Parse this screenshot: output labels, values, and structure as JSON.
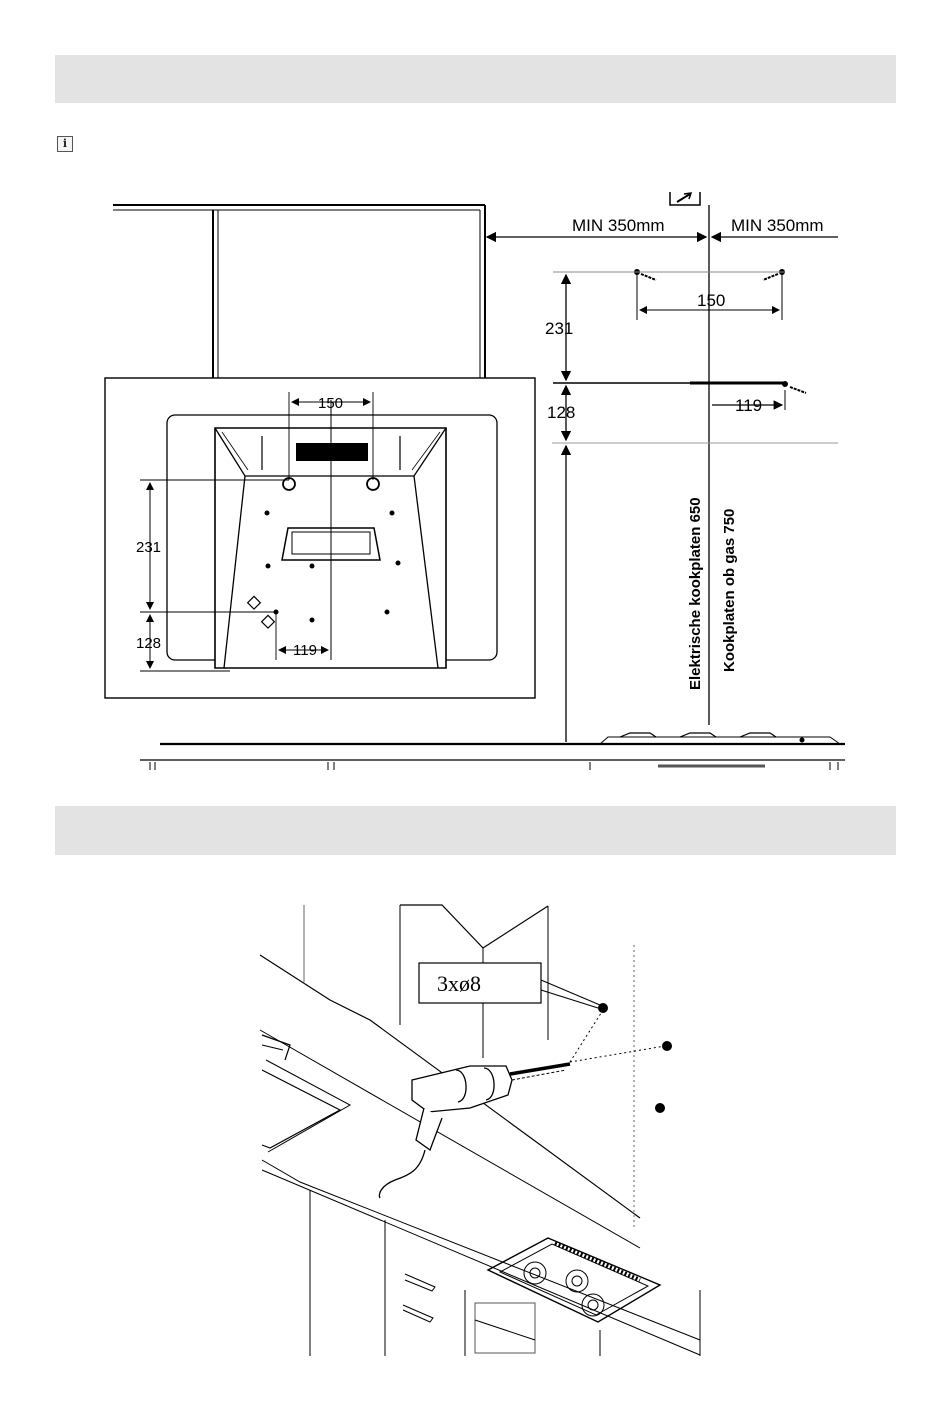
{
  "info_icon": {
    "name": "info-icon",
    "glyph": "i"
  },
  "diagram_top": {
    "min_left": "MIN 350mm",
    "min_right": "MIN 350mm",
    "dim_150": "150",
    "dim_231": "231",
    "dim_128": "128",
    "dim_119": "119",
    "vertical_label_1": "Elektrische kookplaten 650",
    "vertical_label_2": "Kookplaten ob gas 750"
  },
  "inset": {
    "dim_150": "150",
    "dim_231": "231",
    "dim_128": "128",
    "dim_119": "119"
  },
  "diagram_bottom": {
    "callout": "3xø8"
  }
}
